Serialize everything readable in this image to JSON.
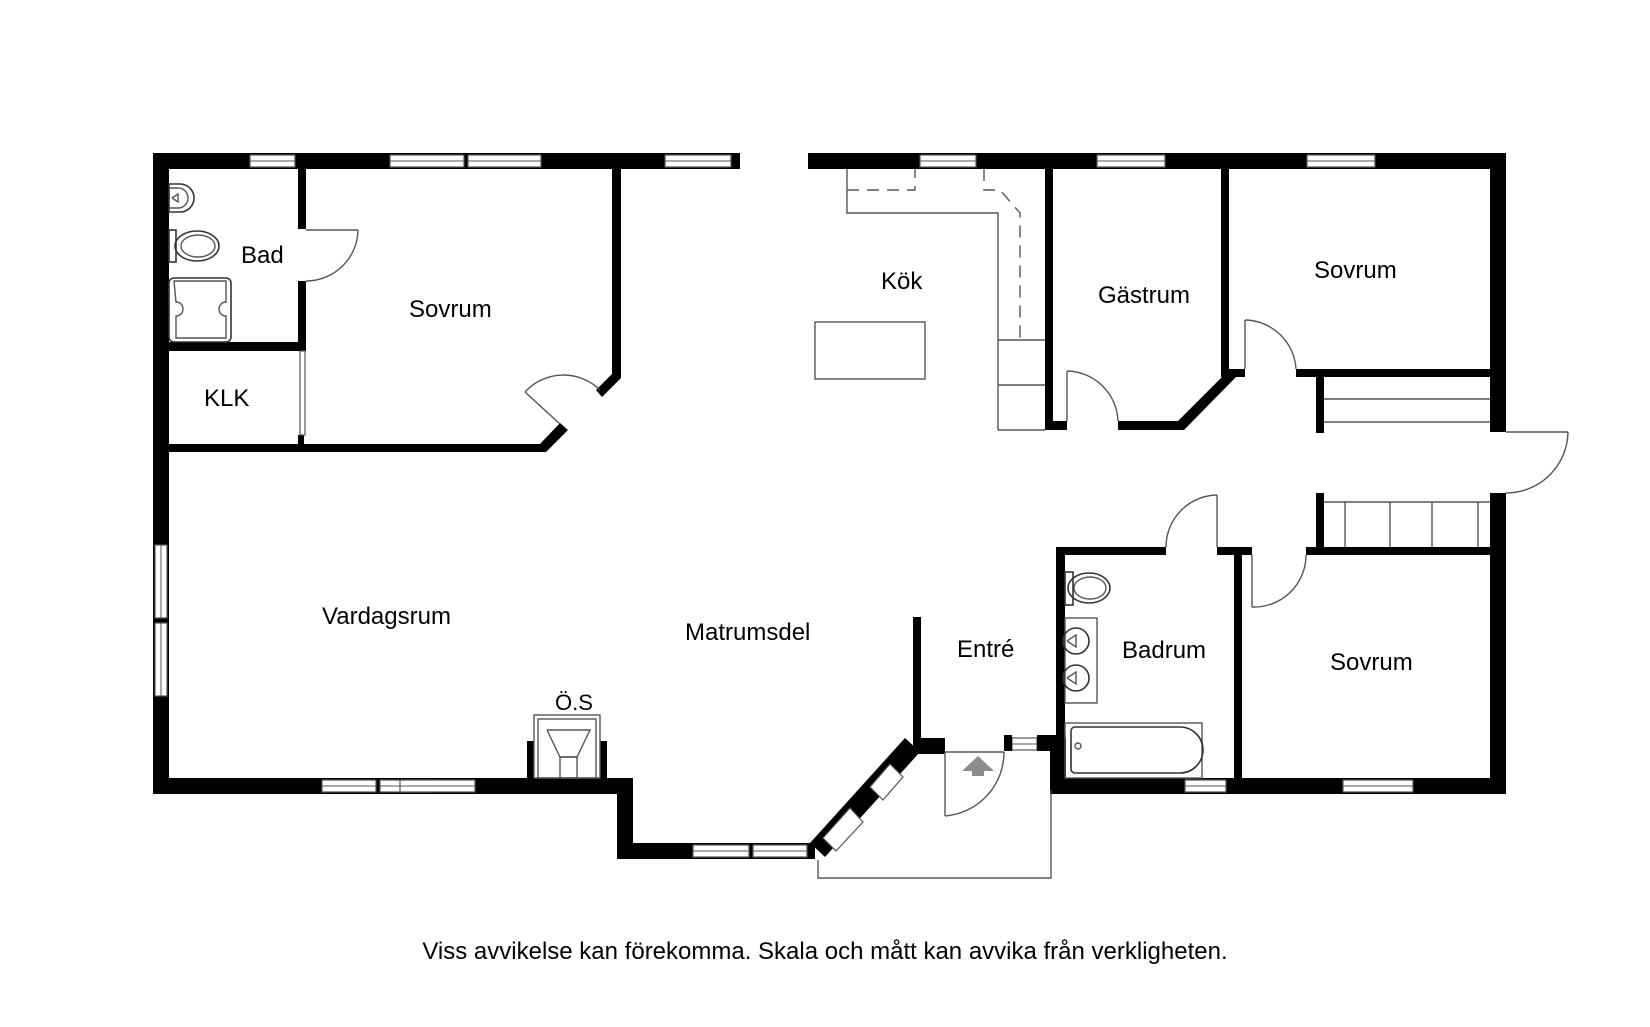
{
  "floorplan": {
    "rooms": [
      {
        "id": "bad",
        "label": "Bad"
      },
      {
        "id": "sovrum-1",
        "label": "Sovrum"
      },
      {
        "id": "klk",
        "label": "KLK"
      },
      {
        "id": "kok",
        "label": "Kök"
      },
      {
        "id": "gastrum",
        "label": "Gästrum"
      },
      {
        "id": "sovrum-2",
        "label": "Sovrum"
      },
      {
        "id": "vardagsrum",
        "label": "Vardagsrum"
      },
      {
        "id": "matrumsdel",
        "label": "Matrumsdel"
      },
      {
        "id": "entre",
        "label": "Entré"
      },
      {
        "id": "badrum",
        "label": "Badrum"
      },
      {
        "id": "sovrum-3",
        "label": "Sovrum"
      },
      {
        "id": "os",
        "label": "Ö.S"
      }
    ],
    "entrance_marker": "arrow-up-icon",
    "colors": {
      "wall": "#000000",
      "fixture_line": "#555555",
      "entrance_arrow": "#8c8c8c",
      "background": "#ffffff"
    }
  },
  "disclaimer": "Viss avvikelse kan förekomma. Skala och mått kan avvika från verkligheten."
}
